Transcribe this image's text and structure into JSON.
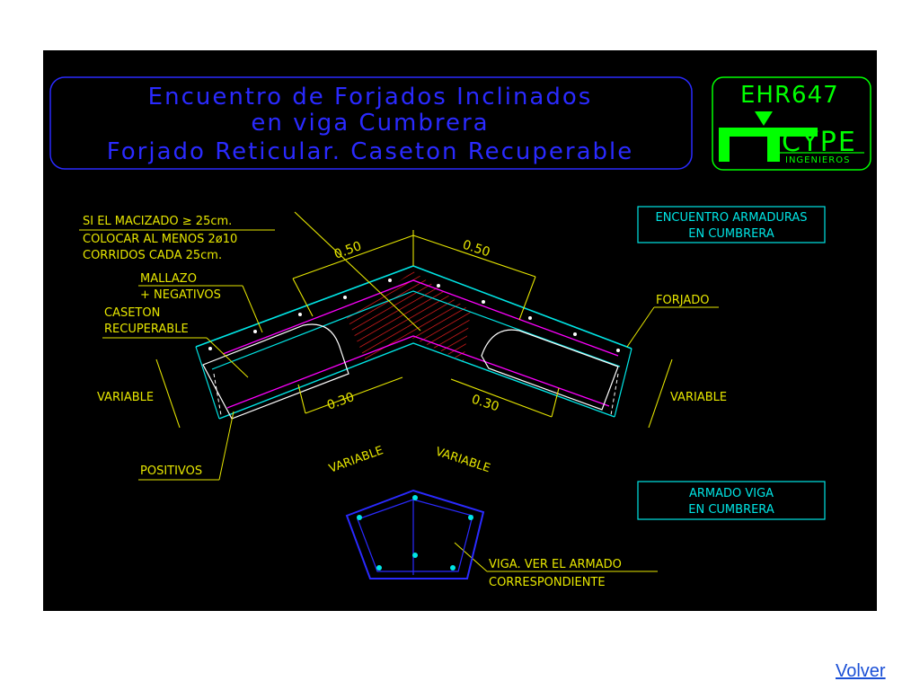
{
  "title": {
    "line1": "Encuentro de Forjados Inclinados",
    "line2": "en viga Cumbrera",
    "line3": "Forjado Reticular. Caseton Recuperable"
  },
  "logo": {
    "code": "EHR647",
    "brand": "CYPE",
    "subtitle": "INGENIEROS"
  },
  "box_top_right": {
    "line1": "ENCUENTRO ARMADURAS",
    "line2": "EN CUMBRERA"
  },
  "box_bottom_right": {
    "line1": "ARMADO VIGA",
    "line2": "EN CUMBRERA"
  },
  "notes": {
    "macizado_line1": "SI EL MACIZADO ≥ 25cm.",
    "macizado_line2": "COLOCAR AL MENOS 2ø10",
    "macizado_line3": "CORRIDOS CADA 25cm.",
    "mallazo_line1": "MALLAZO",
    "mallazo_line2": "+ NEGATIVOS",
    "caseton_line1": "CASETON",
    "caseton_line2": "RECUPERABLE",
    "forjado": "FORJADO",
    "positivos": "POSITIVOS",
    "viga_line1": "VIGA. VER EL ARMADO",
    "viga_line2": "CORRESPONDIENTE"
  },
  "dimensions": {
    "top_left": "0.50",
    "top_right": "0.50",
    "bottom_left": "0.30",
    "bottom_right": "0.30",
    "variable_left": "VARIABLE",
    "variable_right": "VARIABLE",
    "variable_beam_left": "VARIABLE",
    "variable_beam_right": "VARIABLE"
  },
  "colors": {
    "background": "#000000",
    "title_blue": "#2a2aff",
    "logo_green": "#00ff00",
    "cyan": "#00e5e5",
    "yellow": "#e6e600",
    "magenta": "#ff00ff",
    "red": "#ff2020",
    "white": "#ffffff"
  },
  "footer": {
    "back_link": "Volver"
  }
}
